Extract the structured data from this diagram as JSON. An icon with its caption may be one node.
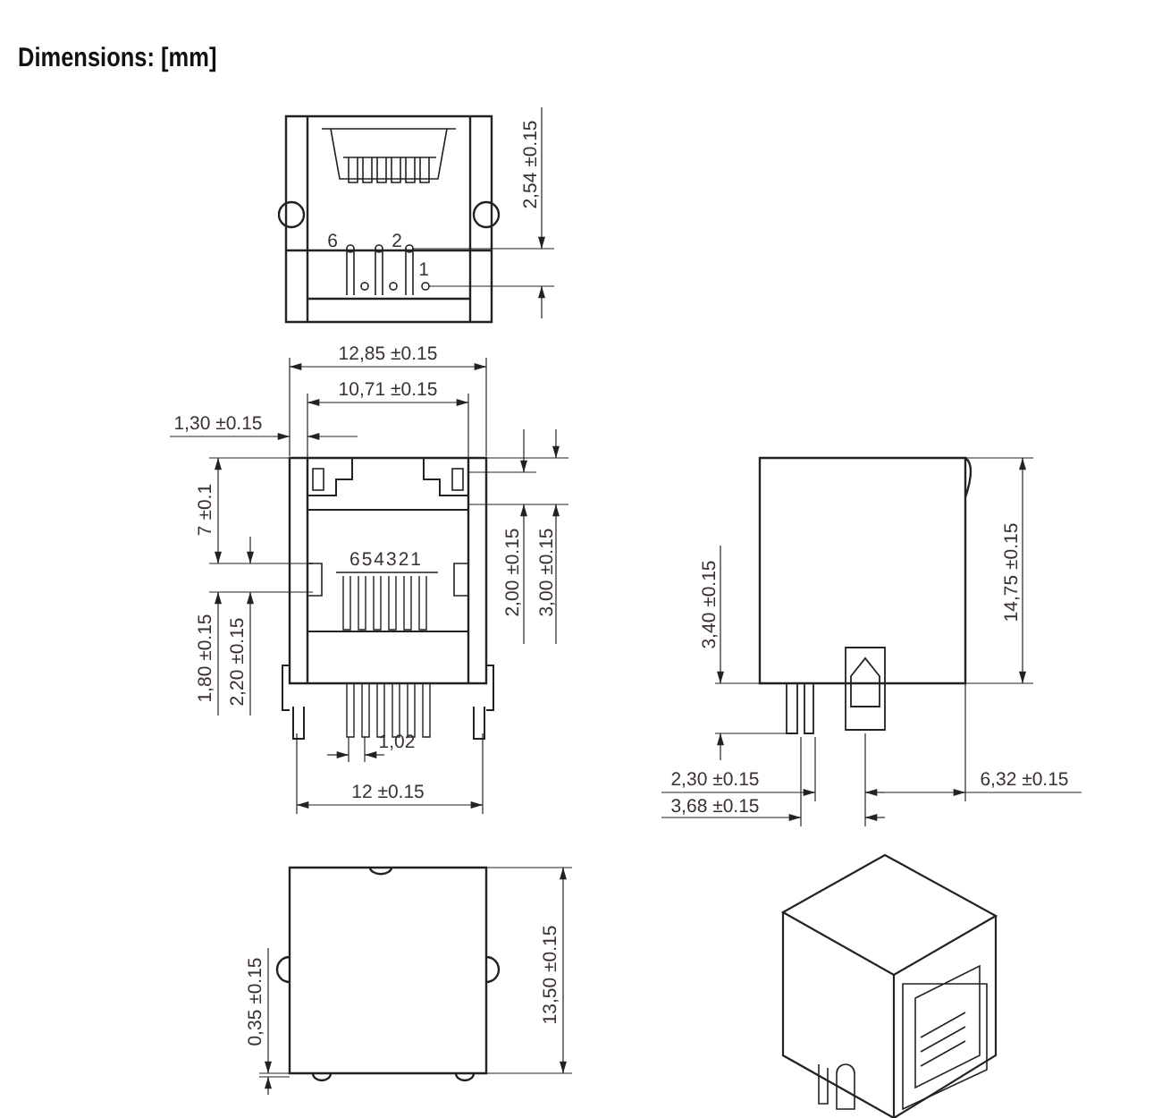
{
  "diagram": {
    "title": "Dimensions: [mm]",
    "labels": [
      "2,54 ±0.15",
      "6",
      "2",
      "1",
      "12,85 ±0.15",
      "10,71 ±0.15",
      "1,30 ±0.15",
      "7 ±0.1",
      "654321",
      "2,00 ±0.15",
      "3,00 ±0.15",
      "1,80 ±0.15",
      "2,20 ±0.15",
      "1,02",
      "12 ±0.15",
      "3,40 ±0.15",
      "14,75 ±0.15",
      "2,30 ±0.15",
      "6,32 ±0.15",
      "3,68 ±0.15",
      "0,35 ±0.15",
      "13,50 ±0.15"
    ]
  }
}
